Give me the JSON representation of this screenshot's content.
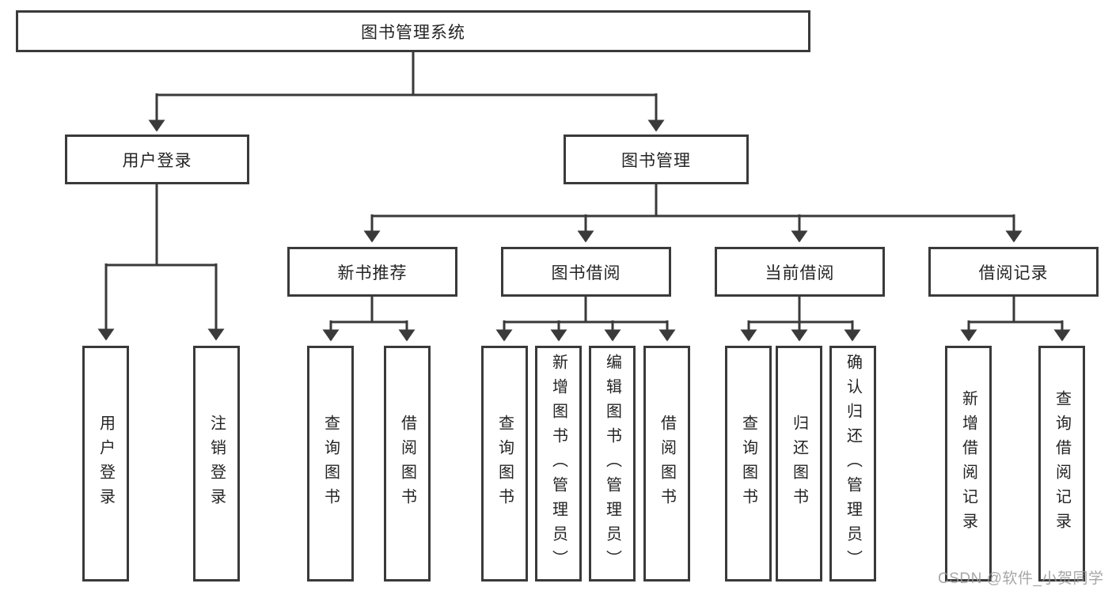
{
  "tree": {
    "root": "图书管理系统",
    "user": {
      "label": "用户登录",
      "login": "用户登录",
      "logout": "注销登录"
    },
    "mgmt": {
      "label": "图书管理",
      "rec": {
        "label": "新书推荐",
        "query": "查询图书",
        "borrow": "借阅图书"
      },
      "bor": {
        "label": "图书借阅",
        "query": "查询图书",
        "add": "新增图书（管理员）",
        "edit": "编辑图书（管理员）",
        "borrow": "借阅图书"
      },
      "cur": {
        "label": "当前借阅",
        "query": "查询图书",
        "ret": "归还图书",
        "confirm": "确认归还（管理员）"
      },
      "log": {
        "label": "借阅记录",
        "add": "新增借阅记录",
        "query": "查询借阅记录"
      }
    }
  },
  "watermark": "CSDN @软件_小贺同学",
  "colors": {
    "line": "#3a3a3a",
    "text": "#242424",
    "box_background": "#ffffff",
    "watermark": "#989898"
  }
}
